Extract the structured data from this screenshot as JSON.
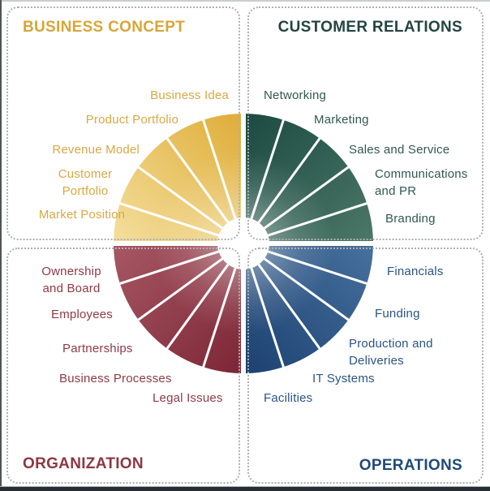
{
  "page": {
    "background": "#FFFFFF"
  },
  "chrome": {
    "top_strip_color": "#C7CFCD",
    "left_strip_color": "#4F5456",
    "bottom_bar_color": "#262D34",
    "panel_dot_color": "#ABB1B0"
  },
  "wheel": {
    "segments_per_quadrant": 5,
    "divider_color": "#FFFFFF",
    "center_hole_color": "#FFFFFF"
  },
  "quadrants": [
    {
      "id": "business-concept",
      "title": "BUSINESS CONCEPT",
      "title_color": "#D8A637",
      "label_color": "#D9A843",
      "wedge_dark": "#DFAD38",
      "wedge_light": "#F4DF9E",
      "labels": [
        "Business Idea",
        "Product Portfolio",
        "Revenue Model",
        "Customer Portfolio",
        "Market Position"
      ]
    },
    {
      "id": "customer-relations",
      "title": "CUSTOMER RELATIONS",
      "title_color": "#24453F",
      "label_color": "#31594F",
      "wedge_dark": "#1B4A41",
      "wedge_light": "#4C7868",
      "labels": [
        "Networking",
        "Marketing",
        "Sales and Service",
        "Communications and PR",
        "Branding"
      ]
    },
    {
      "id": "organization",
      "title": "ORGANIZATION",
      "title_color": "#8E3742",
      "label_color": "#8F3A45",
      "wedge_dark": "#7C2536",
      "wedge_light": "#A75863",
      "labels": [
        "Ownership and Board",
        "Employees",
        "Partnerships",
        "Business Processes",
        "Legal Issues"
      ]
    },
    {
      "id": "operations",
      "title": "OPERATIONS",
      "title_color": "#1F4A78",
      "label_color": "#2A5483",
      "wedge_dark": "#1C4170",
      "wedge_light": "#47719E",
      "labels": [
        "Financials",
        "Funding",
        "Production and Deliveries",
        "IT Systems",
        "Facilities"
      ]
    }
  ]
}
